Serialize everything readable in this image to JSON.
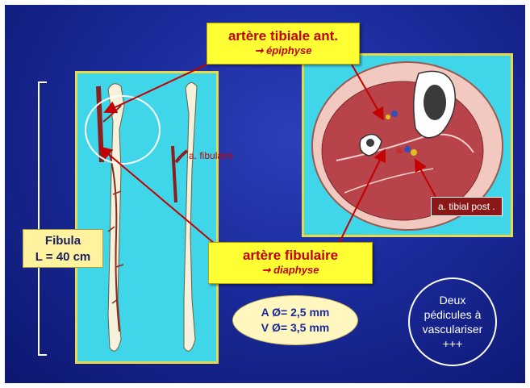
{
  "callouts": {
    "anterior_artery": {
      "title": "artère tibiale ant.",
      "subtitle": "➞ épiphyse"
    },
    "fibular_artery": {
      "title": "artère fibulaire",
      "subtitle": "➞ diaphyse"
    }
  },
  "labels": {
    "fibular_inline": "a. fibulaire",
    "posterior_tibial": "a. tibial post ."
  },
  "fibula_box": {
    "line1": "Fibula",
    "line2": "L = 40 cm"
  },
  "diameters": {
    "artery": "A Ø= 2,5 mm",
    "vein": "V Ø= 3,5 mm"
  },
  "pedicles_note": {
    "line1": "Deux",
    "line2": "pédicules à",
    "line3": "vasculariser",
    "line4": "+++"
  },
  "colors": {
    "background": "#1a2a9a",
    "panel": "#3fd6ea",
    "callout": "#ffff33",
    "arrow": "#c40000"
  }
}
